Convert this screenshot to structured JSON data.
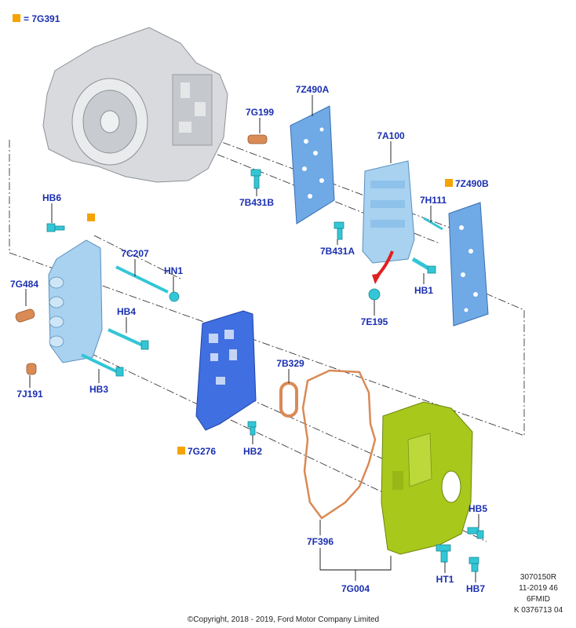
{
  "legend": {
    "marker_color": "#f5a300",
    "text": "= 7G391"
  },
  "colors": {
    "label": "#1a2fb0",
    "blue_plate": "#6fa9e6",
    "light_blue": "#a8d2f0",
    "dark_blue": "#3f6fe0",
    "cyan_bolt": "#33c6d6",
    "copper": "#d98a55",
    "green_pan": "#a8c81c",
    "transmission": "#d8dadd"
  },
  "labels": {
    "7G199": "7G199",
    "7Z490A": "7Z490A",
    "7A100": "7A100",
    "7Z490B": "7Z490B",
    "7B431B": "7B431B",
    "7H111": "7H111",
    "HB6": "HB6",
    "7B431A": "7B431A",
    "7C207": "7C207",
    "HN1": "HN1",
    "HB1": "HB1",
    "7G484": "7G484",
    "7E195": "7E195",
    "HB4": "HB4",
    "7B329": "7B329",
    "HB3": "HB3",
    "7J191": "7J191",
    "7G276": "7G276",
    "HB2": "HB2",
    "HB5": "HB5",
    "7F396": "7F396",
    "HT1": "HT1",
    "HB7": "HB7",
    "7G004": "7G004"
  },
  "meta_lines": [
    "3070150R",
    "11-2019 46",
    "6FMID",
    "K 0376713 04"
  ],
  "copyright": "©Copyright, 2018 - 2019, Ford Motor Company Limited"
}
